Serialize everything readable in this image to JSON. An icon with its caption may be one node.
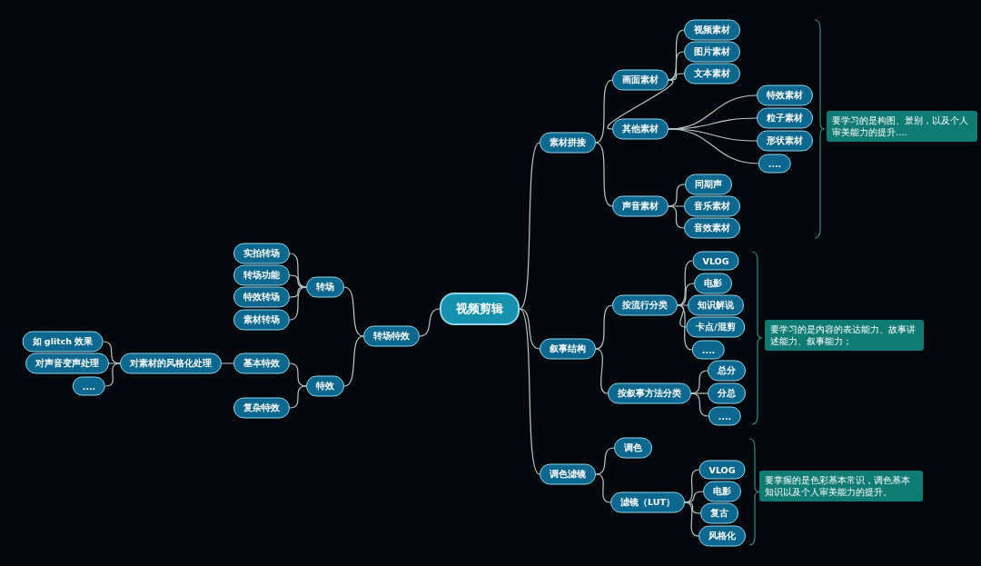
{
  "diagram": {
    "nodes": [
      {
        "text": [
          "视频剪辑"
        ]
      },
      {
        "text": [
          "素材拼接"
        ]
      },
      {
        "text": [
          "画面素材"
        ]
      },
      {
        "text": [
          "视频素材"
        ]
      },
      {
        "text": [
          "图片素材"
        ]
      },
      {
        "text": [
          "文本素材"
        ]
      },
      {
        "text": [
          "其他素材"
        ]
      },
      {
        "text": [
          "特效素材"
        ]
      },
      {
        "text": [
          "粒子素材"
        ]
      },
      {
        "text": [
          "形状素材"
        ]
      },
      {
        "text": [
          "...."
        ]
      },
      {
        "text": [
          "声音素材"
        ]
      },
      {
        "text": [
          "同期声"
        ]
      },
      {
        "text": [
          "音乐素材"
        ]
      },
      {
        "text": [
          "音效素材"
        ]
      },
      {
        "text": [
          "要学习的是构图、景别，以及个人审美能力的提升...."
        ]
      },
      {
        "text": [
          "叙事结构"
        ]
      },
      {
        "text": [
          "按流行分类"
        ]
      },
      {
        "text": [
          "VLOG"
        ]
      },
      {
        "text": [
          "电影"
        ]
      },
      {
        "text": [
          "知识解说"
        ]
      },
      {
        "text": [
          "卡点/混剪"
        ]
      },
      {
        "text": [
          "...."
        ]
      },
      {
        "text": [
          "按叙事方法分类"
        ]
      },
      {
        "text": [
          "总分"
        ]
      },
      {
        "text": [
          "分总"
        ]
      },
      {
        "text": [
          "...."
        ]
      },
      {
        "text": [
          "要学习的是内容的表达能力、故事讲述能力、叙事能力；"
        ]
      },
      {
        "text": [
          "调色滤镜"
        ]
      },
      {
        "text": [
          "调色"
        ]
      },
      {
        "text": [
          "滤镜（LUT）"
        ]
      },
      {
        "text": [
          "VLOG"
        ]
      },
      {
        "text": [
          "电影"
        ]
      },
      {
        "text": [
          "复古"
        ]
      },
      {
        "text": [
          "风格化"
        ]
      },
      {
        "text": [
          "要掌握的是色彩基本常识，调色基本知识以及个人审美能力的提升。"
        ]
      },
      {
        "text": [
          "转场特效"
        ]
      },
      {
        "text": [
          "转场"
        ]
      },
      {
        "text": [
          "实拍转场"
        ]
      },
      {
        "text": [
          "转场功能"
        ]
      },
      {
        "text": [
          "特效转场"
        ]
      },
      {
        "text": [
          "素材转场"
        ]
      },
      {
        "text": [
          "特效"
        ]
      },
      {
        "text": [
          "基本特效"
        ]
      },
      {
        "text": [
          "复杂特效"
        ]
      },
      {
        "text": [
          "对素材的风格化处理"
        ]
      },
      {
        "text": [
          "如 glitch 效果"
        ]
      },
      {
        "text": [
          "对声音变声处理"
        ]
      },
      {
        "text": [
          "...."
        ]
      }
    ],
    "edges": [
      {
        "from": 0,
        "to": 1,
        "arrow": "none"
      },
      {
        "from": 1,
        "to": 2,
        "arrow": "none"
      },
      {
        "from": 2,
        "to": 3,
        "arrow": "none"
      },
      {
        "from": 2,
        "to": 4,
        "arrow": "none"
      },
      {
        "from": 2,
        "to": 5,
        "arrow": "none"
      },
      {
        "from": 2,
        "to": 6,
        "arrow": "none"
      },
      {
        "from": 6,
        "to": 7,
        "arrow": "none"
      },
      {
        "from": 6,
        "to": 8,
        "arrow": "none"
      },
      {
        "from": 6,
        "to": 9,
        "arrow": "none"
      },
      {
        "from": 6,
        "to": 10,
        "arrow": "none"
      },
      {
        "from": 1,
        "to": 11,
        "arrow": "none"
      },
      {
        "from": 11,
        "to": 12,
        "arrow": "none"
      },
      {
        "from": 11,
        "to": 13,
        "arrow": "none"
      },
      {
        "from": 11,
        "to": 14,
        "arrow": "none"
      },
      {
        "from": 0,
        "to": 16,
        "arrow": "none"
      },
      {
        "from": 16,
        "to": 17,
        "arrow": "none"
      },
      {
        "from": 17,
        "to": 18,
        "arrow": "none"
      },
      {
        "from": 17,
        "to": 19,
        "arrow": "none"
      },
      {
        "from": 17,
        "to": 20,
        "arrow": "none"
      },
      {
        "from": 17,
        "to": 21,
        "arrow": "none"
      },
      {
        "from": 17,
        "to": 22,
        "arrow": "none"
      },
      {
        "from": 16,
        "to": 23,
        "arrow": "none"
      },
      {
        "from": 23,
        "to": 24,
        "arrow": "none"
      },
      {
        "from": 23,
        "to": 25,
        "arrow": "none"
      },
      {
        "from": 23,
        "to": 26,
        "arrow": "none"
      },
      {
        "from": 0,
        "to": 28,
        "arrow": "none"
      },
      {
        "from": 28,
        "to": 29,
        "arrow": "none"
      },
      {
        "from": 28,
        "to": 30,
        "arrow": "none"
      },
      {
        "from": 30,
        "to": 31,
        "arrow": "none"
      },
      {
        "from": 30,
        "to": 32,
        "arrow": "none"
      },
      {
        "from": 30,
        "to": 33,
        "arrow": "none"
      },
      {
        "from": 30,
        "to": 34,
        "arrow": "none"
      },
      {
        "from": 0,
        "to": 36,
        "arrow": "none"
      },
      {
        "from": 36,
        "to": 37,
        "arrow": "none"
      },
      {
        "from": 37,
        "to": 38,
        "arrow": "none"
      },
      {
        "from": 37,
        "to": 39,
        "arrow": "none"
      },
      {
        "from": 37,
        "to": 40,
        "arrow": "none"
      },
      {
        "from": 37,
        "to": 41,
        "arrow": "none"
      },
      {
        "from": 36,
        "to": 42,
        "arrow": "none"
      },
      {
        "from": 42,
        "to": 43,
        "arrow": "none"
      },
      {
        "from": 42,
        "to": 44,
        "arrow": "none"
      },
      {
        "from": 43,
        "to": 45,
        "arrow": "none"
      },
      {
        "from": 45,
        "to": 46,
        "arrow": "none"
      },
      {
        "from": 45,
        "to": 47,
        "arrow": "none"
      },
      {
        "from": 45,
        "to": 48,
        "arrow": "none"
      }
    ]
  }
}
